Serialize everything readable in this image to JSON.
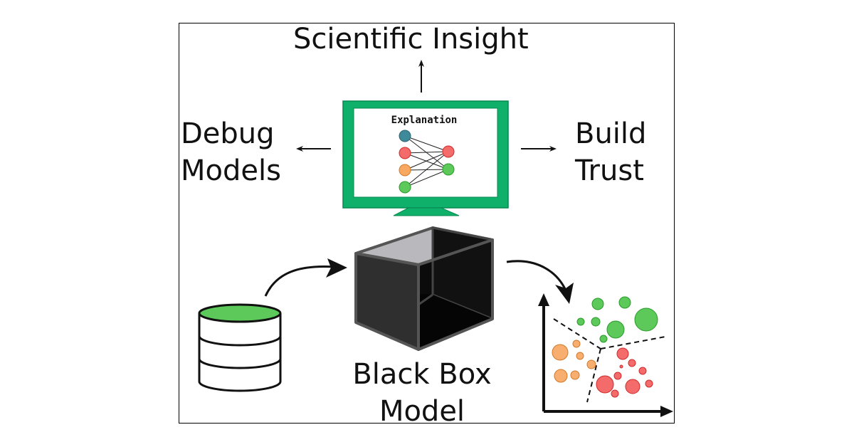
{
  "labels": {
    "scientific_insight": "Scientific Insight",
    "debug_models": [
      "Debug",
      "Models"
    ],
    "build_trust": [
      "Build",
      "Trust"
    ],
    "black_box_model": [
      "Black Box",
      "Model"
    ],
    "explanation": "Explanation"
  },
  "colors": {
    "monitor_green": "#0fb06a",
    "data_green": "#5cc95a",
    "node_teal": "#3f8a9a",
    "node_red": "#f36b6b",
    "node_orange": "#f8a860",
    "node_green": "#5cc95a",
    "box_dark": "#2f2f2f",
    "box_lid": "#b9b9bd"
  },
  "network": {
    "input_nodes": [
      "teal",
      "red",
      "orange",
      "green"
    ],
    "output_nodes": [
      "red",
      "green"
    ]
  },
  "scatter": {
    "clusters": [
      {
        "name": "green",
        "color": "#5cc95a",
        "stroke": "#2a9a2a",
        "points": [
          [
            840,
            427,
            8
          ],
          [
            878,
            425,
            8
          ],
          [
            908,
            449,
            16
          ],
          [
            865,
            463,
            12
          ],
          [
            816,
            452,
            5
          ],
          [
            837,
            452,
            6
          ],
          [
            848,
            476,
            5
          ]
        ]
      },
      {
        "name": "orange",
        "color": "#f8ae6e",
        "stroke": "#d07a2a",
        "points": [
          [
            787,
            495,
            11
          ],
          [
            810,
            483,
            5
          ],
          [
            815,
            500,
            5
          ],
          [
            831,
            512,
            6
          ],
          [
            788,
            528,
            9
          ],
          [
            808,
            527,
            6
          ]
        ]
      },
      {
        "name": "red",
        "color": "#f36b6b",
        "stroke": "#d02a2a",
        "points": [
          [
            875,
            497,
            8
          ],
          [
            888,
            510,
            5
          ],
          [
            873,
            515,
            2
          ],
          [
            903,
            521,
            5
          ],
          [
            868,
            528,
            5
          ],
          [
            850,
            540,
            12
          ],
          [
            889,
            543,
            10
          ],
          [
            912,
            539,
            5
          ],
          [
            864,
            553,
            5
          ]
        ]
      }
    ]
  }
}
